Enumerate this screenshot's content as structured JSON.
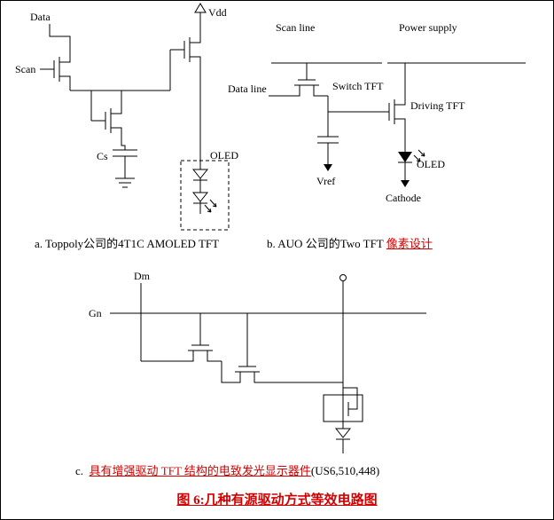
{
  "figure_caption": "图 6:几种有源驱动方式等效电路图",
  "colors": {
    "red": "#d40000",
    "wire": "#000000"
  },
  "circuit_a": {
    "caption": "a. Toppoly公司的4T1C AMOLED TFT",
    "labels": {
      "data": "Data",
      "scan": "Scan",
      "vdd": "Vdd",
      "cs": "Cs",
      "oled": "OLED"
    }
  },
  "circuit_b": {
    "caption_black": "b. AUO 公司的Two TFT ",
    "caption_red": "像素设计",
    "labels": {
      "scan_line": "Scan line",
      "power_supply": "Power supply",
      "data_line": "Data line",
      "switch_tft": "Switch TFT",
      "driving_tft": "Driving TFT",
      "vref": "Vref",
      "oled": "OLED",
      "cathode": "Cathode"
    }
  },
  "circuit_c": {
    "caption_prefix": "c.",
    "caption_red": "具有增强驱动 TFT 结构的电致发光显示器件",
    "caption_suffix": "(US6,510,448)",
    "labels": {
      "dm": "Dm",
      "gn": "Gn"
    }
  }
}
